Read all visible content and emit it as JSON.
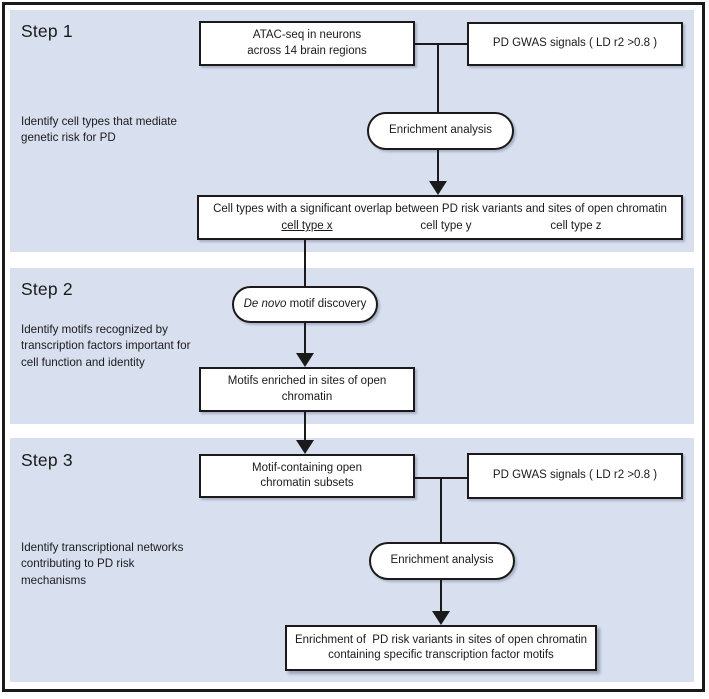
{
  "diagram": {
    "steps": [
      {
        "label": "Step 1",
        "description": "Identify cell types that mediate\ngenetic risk for PD"
      },
      {
        "label": "Step 2",
        "description": "Identify motifs recognized by\ntranscription factors important for\ncell function and identity"
      },
      {
        "label": "Step 3",
        "description": "Identify transcriptional networks\ncontributing to PD risk\nmechanisms"
      }
    ],
    "nodes": {
      "atac_seq": {
        "line1": "ATAC-seq in neurons",
        "line2": "across 14 brain regions"
      },
      "pd_gwas_top": {
        "label": "PD GWAS signals ( LD r2 >0.8 )"
      },
      "enrichment_top": {
        "label": "Enrichment analysis"
      },
      "cell_types_overlap": {
        "line1": "Cell types with a significant overlap between PD risk variants and sites of open chromatin",
        "cell_type_x": "cell type x",
        "cell_type_y": "cell type y",
        "cell_type_z": "cell type z"
      },
      "de_novo_motif": {
        "italic": "De novo",
        "rest": " motif discovery"
      },
      "motifs_enriched": {
        "line1": "Motifs enriched in sites of open",
        "line2": "chromatin"
      },
      "motif_subsets": {
        "line1": "Motif-containing open",
        "line2": "chromatin subsets"
      },
      "pd_gwas_bottom": {
        "label": "PD GWAS signals ( LD r2 >0.8 )"
      },
      "enrichment_bottom": {
        "label": "Enrichment analysis"
      },
      "final_enrichment": {
        "line1": "Enrichment of  PD risk variants in sites of open chromatin",
        "line2": "containing specific transcription factor motifs"
      }
    },
    "colors": {
      "panel_blue": "#d8e0f0",
      "line_black": "#1a1a1a",
      "box_white": "#ffffff"
    }
  }
}
